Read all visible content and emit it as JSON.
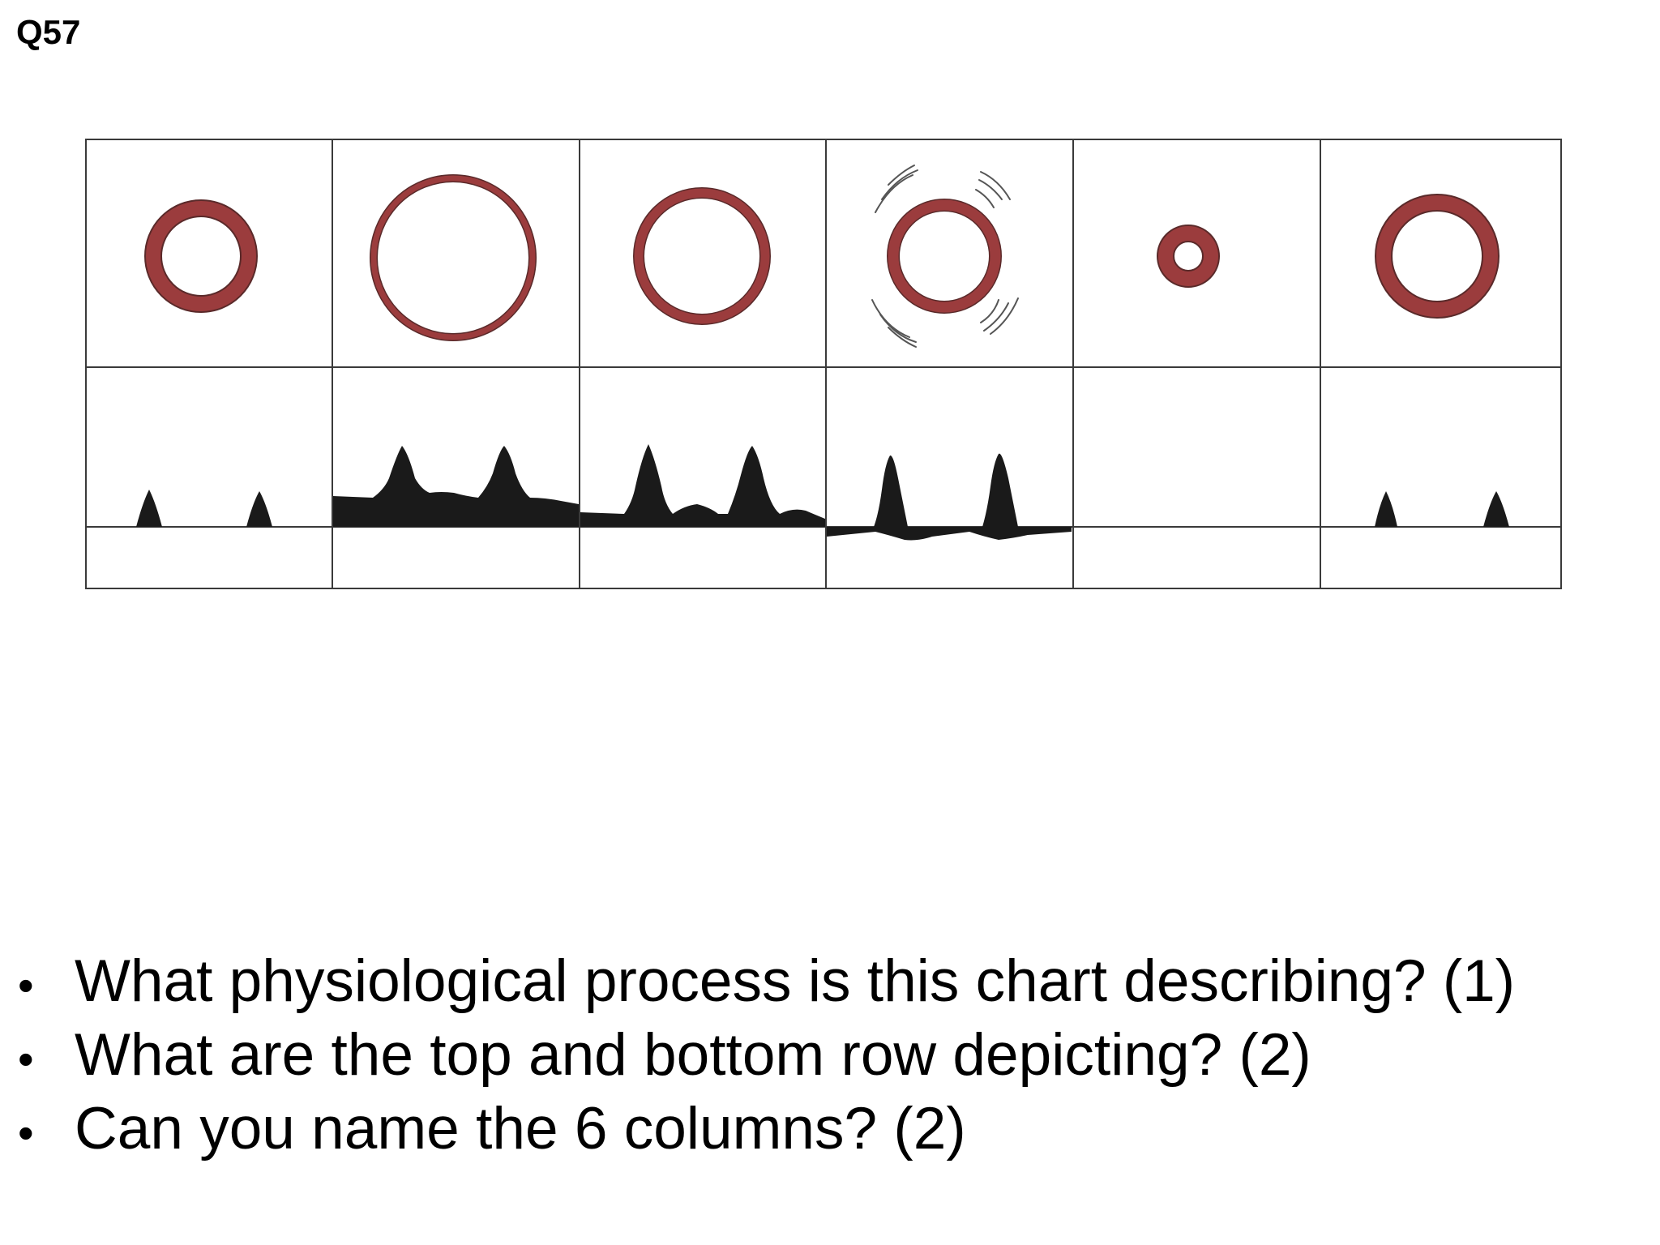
{
  "slide": {
    "label": "Q57"
  },
  "diagram": {
    "columns": 6,
    "rows": [
      "vessel cross-section",
      "waveform"
    ],
    "colors": {
      "vessel_wall": "#9b3c3d",
      "vessel_outline": "#5a2a2a",
      "waveform_fill": "#1a1a1a",
      "grid_line": "#3a3a3a"
    },
    "icons": [
      "vessel-ring-icon",
      "vibration-arcs-icon"
    ]
  },
  "questions": [
    {
      "bullet": "•",
      "text": "What physiological process is this chart describing? (1)"
    },
    {
      "bullet": "•",
      "text": "What are the top and bottom row depicting? (2)"
    },
    {
      "bullet": "•",
      "text": "Can you name the 6 columns? (2)"
    }
  ]
}
